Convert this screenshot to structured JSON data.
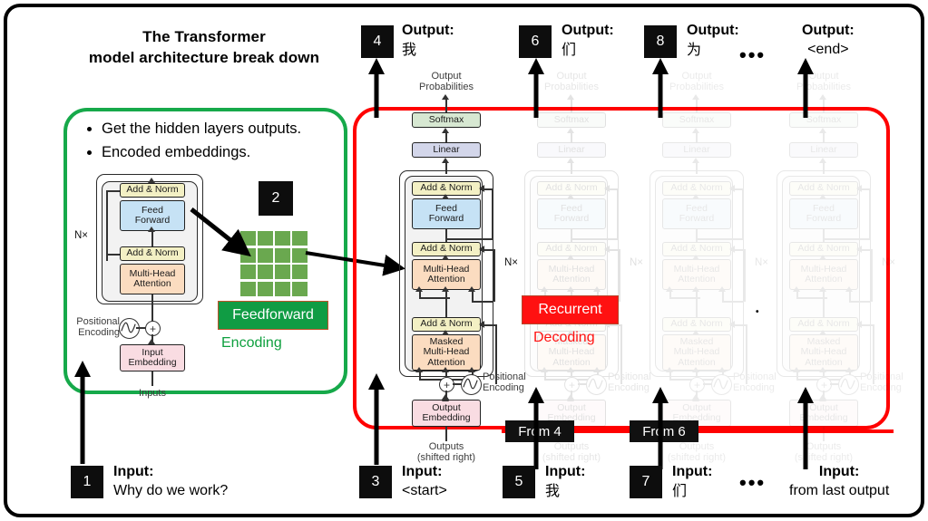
{
  "title": {
    "line1": "The Transformer",
    "line2": "model architecture break down"
  },
  "encoder_panel": {
    "bullets": [
      "Get the hidden layers outputs.",
      "Encoded embeddings."
    ],
    "blocks": {
      "add_norm_top": "Add & Norm",
      "feed_forward": "Feed\nForward",
      "add_norm_bottom": "Add & Norm",
      "multi_head_attention": "Multi-Head\nAttention",
      "input_embedding": "Input\nEmbedding"
    },
    "nx_label": "N×",
    "positional_encoding": "Positional\nEncoding",
    "inputs_label": "Inputs",
    "feedforward_tag": "Feedforward",
    "encoding_caption": "Encoding",
    "grid_cells": 16
  },
  "decoder": {
    "output_probabilities": "Output\nProbabilities",
    "softmax": "Softmax",
    "linear": "Linear",
    "add_norm_ff": "Add & Norm",
    "feed_forward": "Feed\nForward",
    "add_norm_mha": "Add & Norm",
    "multi_head_attention": "Multi-Head\nAttention",
    "add_norm_masked": "Add & Norm",
    "masked_multi_head_attention": "Masked\nMulti-Head\nAttention",
    "nx_label": "N×",
    "positional_encoding": "Positional\nEncoding",
    "output_embedding": "Output\nEmbedding",
    "outputs_label": "Outputs\n(shifted right)",
    "recurrent_tag": "Recurrent",
    "decoding_caption": "Decoding"
  },
  "from_tags": {
    "from4": "From 4",
    "from6": "From 6"
  },
  "steps": [
    {
      "num": "1",
      "label": "Input:",
      "value": "Why do we work?"
    },
    {
      "num": "2",
      "label": "",
      "value": ""
    },
    {
      "num": "3",
      "label": "Input:",
      "value": "<start>"
    },
    {
      "num": "4",
      "label": "Output:",
      "value": "我"
    },
    {
      "num": "5",
      "label": "Input:",
      "value": "我"
    },
    {
      "num": "6",
      "label": "Output:",
      "value": "们"
    },
    {
      "num": "7",
      "label": "Input:",
      "value": "们"
    },
    {
      "num": "8",
      "label": "Output:",
      "value": "为"
    }
  ],
  "final_output": {
    "label": "Output:",
    "value": "<end>"
  },
  "final_input": {
    "label": "Input:",
    "value": "from last output"
  },
  "ellipsis": "•••",
  "colors": {
    "encoder_border": "#16a94a",
    "decoder_border": "#ff0000",
    "add_norm": "#f3f0c4",
    "feed_forward": "#c6e2f5",
    "attention": "#fbdcc0",
    "embedding": "#f9dce2",
    "softmax": "#d7e8d2",
    "linear": "#d3d6ea",
    "grid": "#6aa84f",
    "feedforward_tag": "#109c44",
    "recurrent_tag": "#ff1111",
    "badge": "#0d0d0d"
  }
}
